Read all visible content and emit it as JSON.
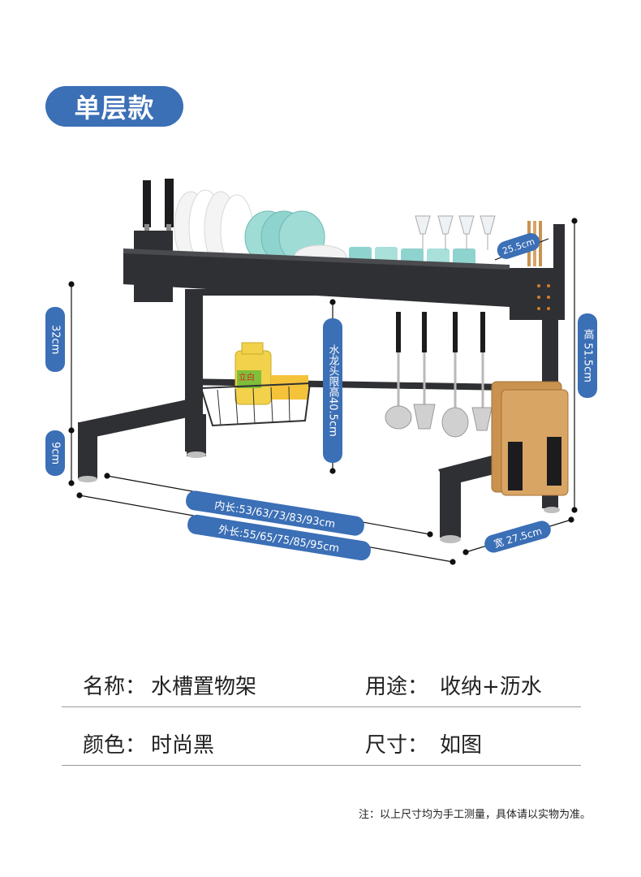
{
  "badge": {
    "label": "单层款"
  },
  "dimensions": {
    "height_32": "32cm",
    "height_9": "9cm",
    "faucet_limit": "水龙头限高40.5cm",
    "total_height": "高 51.5cm",
    "top_width": "25.5cm",
    "inner_length": "内长:53/63/73/83/93cm",
    "outer_length": "外长:55/65/75/85/95cm",
    "depth": "宽 27.5cm"
  },
  "product_labels": {
    "brand_on_bottle": "立白"
  },
  "specs": {
    "name_label": "名称：",
    "name_value": "水槽置物架",
    "use_label": "用途：",
    "use_value": "收纳+沥水",
    "color_label": "颜色：",
    "color_value": "时尚黑",
    "size_label": "尺寸：",
    "size_value": "如图"
  },
  "note": "注：以上尺寸均为手工测量，具体请以实物为准。",
  "colors": {
    "accent": "#3b6fb6",
    "rack": "#2f3033",
    "wood": "#c9924f",
    "teal": "#8fd3cf"
  }
}
